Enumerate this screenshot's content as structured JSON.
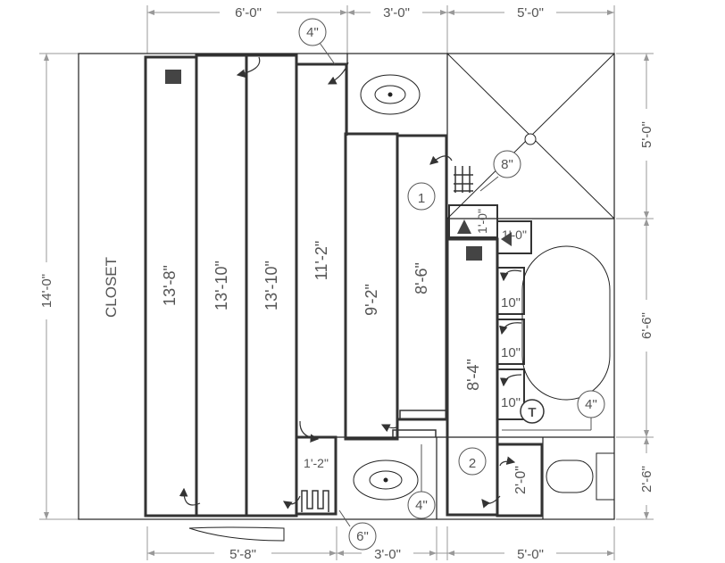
{
  "dimensions": {
    "top": [
      "6'-0\"",
      "3'-0\"",
      "5'-0\""
    ],
    "bottom": [
      "5'-8\"",
      "3'-0\"",
      "5'-0\""
    ],
    "left": "14'-0\"",
    "right": [
      "5'-0\"",
      "6'-6\"",
      "2'-6\""
    ]
  },
  "rooms": {
    "closet": "CLOSET"
  },
  "cabinet_lengths": [
    "13'-8\"",
    "13'-10\"",
    "13'-10\"",
    "11'-2\"",
    "9'-2\"",
    "8'-6\"",
    "8'-4\"",
    "2'-0\""
  ],
  "small_labels": [
    "1'-0\"",
    "1'-0\"",
    "10\"",
    "10\"",
    "10\"",
    "1'-2\""
  ],
  "callouts": [
    "4\"",
    "8\"",
    "4\"",
    "4\"",
    "6\"",
    "1",
    "2",
    "T"
  ]
}
